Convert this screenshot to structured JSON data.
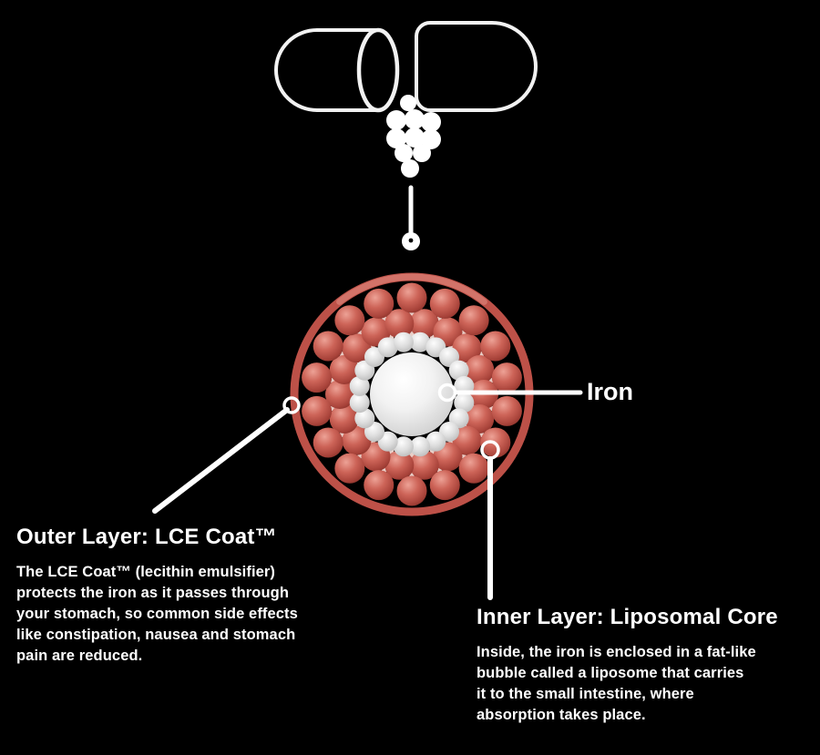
{
  "colors": {
    "background": "#000000",
    "text": "#ffffff",
    "capsule_outline": "#f2f2f2",
    "ring_red": "#bd5148",
    "ring_highlight": "#d97f74",
    "sphere_red_mid": "#cc6257",
    "tail_pink": "#e9cfc8",
    "sphere_gray_mid": "#d9d9d9",
    "core_white": "#f4f4f4",
    "callout_white": "#ffffff"
  },
  "labels": {
    "iron": "Iron",
    "outer_layer": {
      "title": "Outer Layer: LCE Coat™",
      "body_lines": [
        "The LCE Coat™ (lecithin emulsifier)",
        "protects the iron as it passes through",
        "your stomach, so common side effects",
        "like constipation, nausea and stomach",
        "pain are reduced."
      ]
    },
    "inner_layer": {
      "title": "Inner Layer: Liposomal Core",
      "body_lines": [
        "Inside, the iron is enclosed in a fat-like",
        "bubble called a liposome that carries",
        "it to the small intestine, where",
        "absorption takes place."
      ]
    }
  }
}
